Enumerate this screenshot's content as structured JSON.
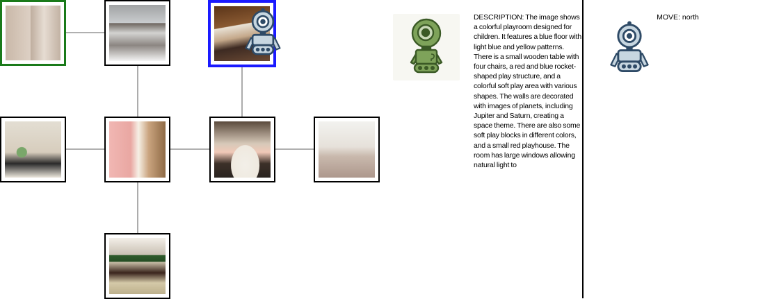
{
  "map": {
    "rooms": [
      {
        "id": "shower",
        "state": "start"
      },
      {
        "id": "kitchen",
        "state": "visited"
      },
      {
        "id": "living",
        "state": "current"
      },
      {
        "id": "bath",
        "state": "visited"
      },
      {
        "id": "nursery",
        "state": "visited"
      },
      {
        "id": "gallery",
        "state": "visited"
      },
      {
        "id": "dining",
        "state": "visited"
      },
      {
        "id": "japanese",
        "state": "visited"
      }
    ],
    "agent_icon": "robot-icon",
    "colors": {
      "start_border": "#1a7a1a",
      "current_border": "#1a1aff",
      "edge": "#808080"
    }
  },
  "description": {
    "avatar_icon": "green-robot-icon",
    "text": "DESCRIPTION: The image shows a colorful playroom designed for children. It features a blue floor with light blue and yellow patterns. There is a small wooden table with four chairs, a red and blue rocket-shaped play structure, and a colorful soft play area with various shapes. The walls are decorated with images of planets, including Jupiter and Saturn, creating a space theme. There are also some soft play blocks in different colors, and a small red playhouse. The room has large windows allowing natural light to"
  },
  "action": {
    "move_text": "MOVE: north",
    "agent_icon": "robot-icon"
  }
}
